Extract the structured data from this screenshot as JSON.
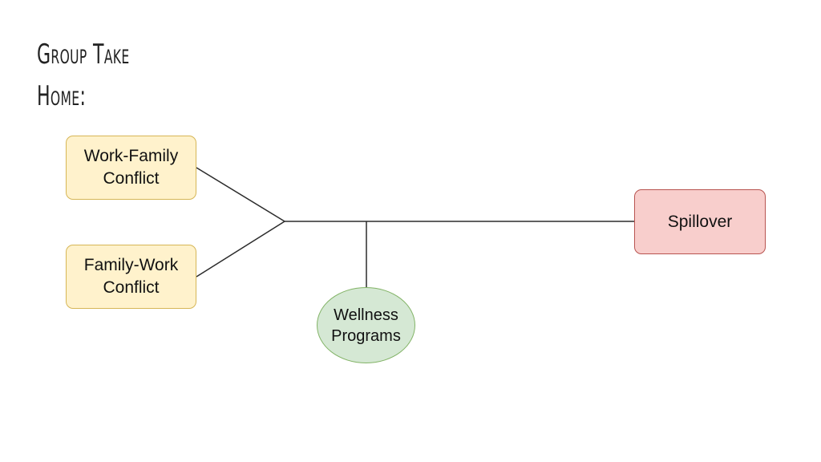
{
  "title": {
    "line1": "Group Take",
    "line2": "Home:"
  },
  "diagram": {
    "nodes": {
      "work_family_conflict": {
        "line1": "Work-Family",
        "line2": "Conflict",
        "shape": "rounded-rectangle",
        "fill": "#fff2cc",
        "border": "#d6b656"
      },
      "family_work_conflict": {
        "line1": "Family-Work",
        "line2": "Conflict",
        "shape": "rounded-rectangle",
        "fill": "#fff2cc",
        "border": "#d6b656"
      },
      "wellness_programs": {
        "line1": "Wellness",
        "line2": "Programs",
        "shape": "ellipse",
        "fill": "#d5e8d4",
        "border": "#82b366"
      },
      "spillover": {
        "label": "Spillover",
        "shape": "rounded-rectangle",
        "fill": "#f8cecc",
        "border": "#b85450"
      }
    },
    "edges": [
      {
        "from": "Work-Family Conflict",
        "to": "Spillover"
      },
      {
        "from": "Family-Work Conflict",
        "to": "Spillover"
      },
      {
        "from": "Wellness Programs",
        "to": "Spillover"
      }
    ]
  }
}
